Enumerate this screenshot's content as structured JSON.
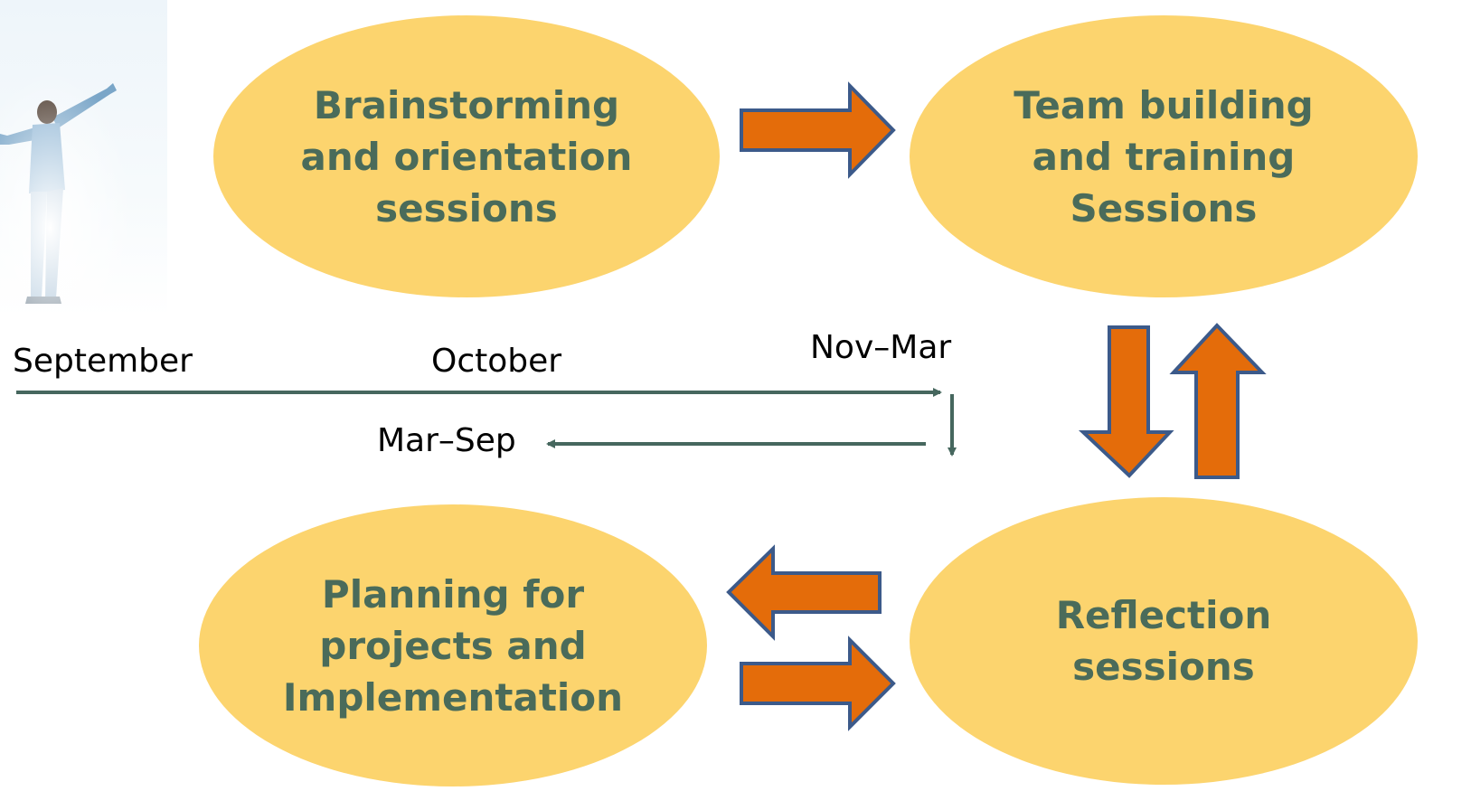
{
  "colors": {
    "ellipse_fill": "#fcd46e",
    "ellipse_text": "#4a6b5a",
    "block_arrow_fill": "#e46c0a",
    "block_arrow_outline": "#3c5a8a",
    "timeline_line": "#46675e"
  },
  "stages": [
    {
      "id": "brainstorming",
      "label": "Brainstorming\nand orientation\nsessions"
    },
    {
      "id": "team-building",
      "label": "Team building\nand training\nSessions"
    },
    {
      "id": "planning",
      "label": "Planning for\nprojects and\nImplementation"
    },
    {
      "id": "reflection",
      "label": "Reflection\nsessions"
    }
  ],
  "timeline": {
    "labels": [
      "September",
      "October",
      "Nov–Mar",
      "Mar–Sep"
    ]
  },
  "decorative_image": "person-arms-raised-photo"
}
